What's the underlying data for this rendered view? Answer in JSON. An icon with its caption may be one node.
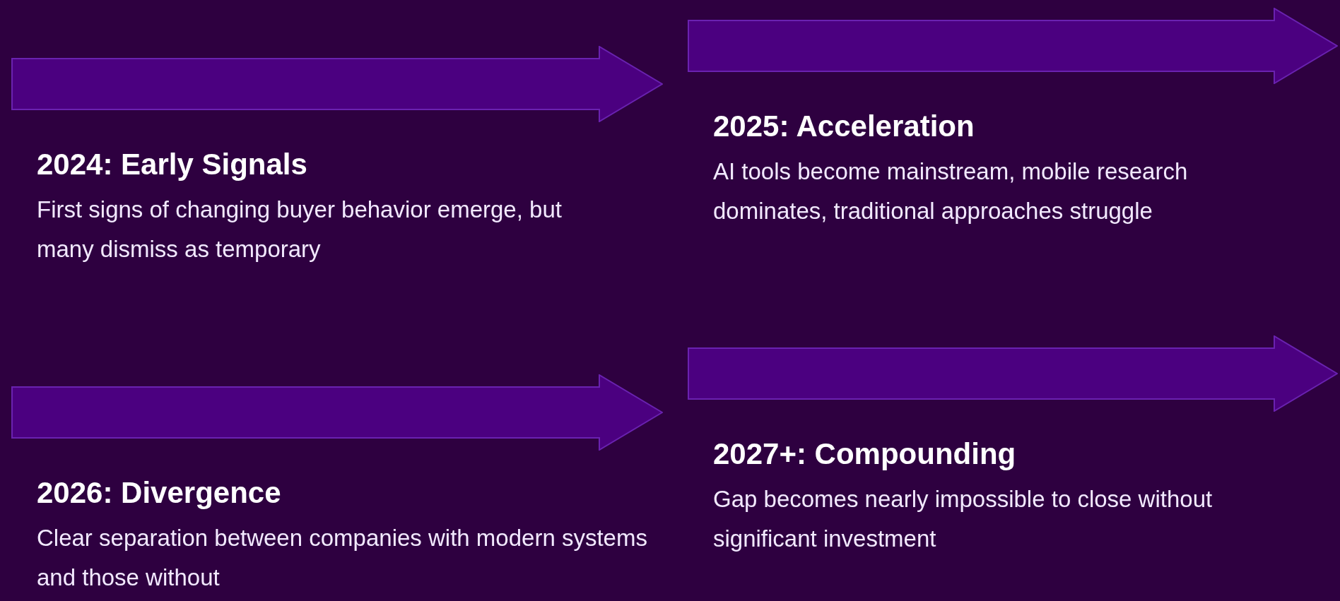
{
  "diagram": {
    "nodes": [
      {
        "text": [
          "2024: Early Signals",
          "First signs of changing buyer behavior emerge, but many dismiss as temporary"
        ]
      },
      {
        "text": [
          "2025: Acceleration",
          "AI tools become mainstream, mobile research dominates, traditional approaches struggle"
        ]
      },
      {
        "text": [
          "2026: Divergence",
          "Clear separation between companies with modern systems and those without"
        ]
      },
      {
        "text": [
          "2027+: Compounding",
          "Gap becomes nearly impossible to close without significant investment"
        ]
      }
    ]
  }
}
